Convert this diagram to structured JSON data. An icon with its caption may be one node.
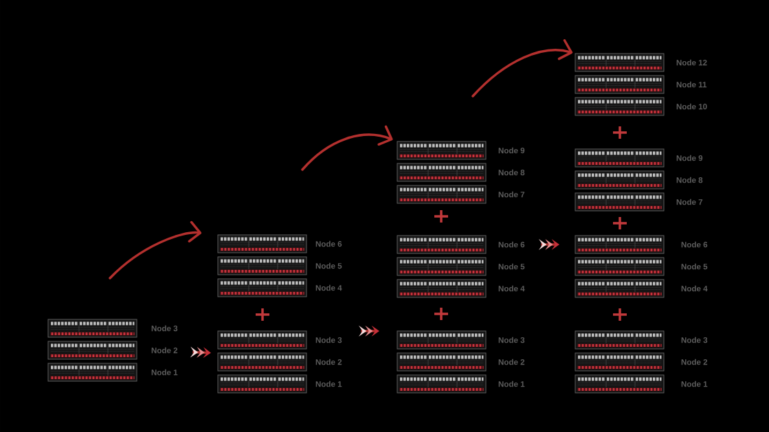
{
  "diagram": {
    "nodes": [
      {
        "text": [],
        "shape": "picture",
        "beside": [
          "Node 3"
        ]
      },
      {
        "text": [],
        "shape": "picture",
        "beside": [
          "Node 2"
        ]
      },
      {
        "text": [],
        "shape": "picture",
        "beside": [
          "Node 1"
        ]
      },
      {
        "text": [],
        "shape": "picture",
        "beside": [
          "Node 6"
        ]
      },
      {
        "text": [],
        "shape": "picture",
        "beside": [
          "Node 5"
        ]
      },
      {
        "text": [],
        "shape": "picture",
        "beside": [
          "Node 4"
        ]
      },
      {
        "text": [],
        "shape": "picture",
        "beside": [
          "Node 3"
        ]
      },
      {
        "text": [],
        "shape": "picture",
        "beside": [
          "Node 2"
        ]
      },
      {
        "text": [],
        "shape": "picture",
        "beside": [
          "Node 1"
        ]
      },
      {
        "text": [],
        "shape": "picture",
        "beside": [
          "Node 9"
        ]
      },
      {
        "text": [],
        "shape": "picture",
        "beside": [
          "Node 8"
        ]
      },
      {
        "text": [],
        "shape": "picture",
        "beside": [
          "Node 7"
        ]
      },
      {
        "text": [],
        "shape": "picture",
        "beside": [
          "Node 6"
        ]
      },
      {
        "text": [],
        "shape": "picture",
        "beside": [
          "Node 5"
        ]
      },
      {
        "text": [],
        "shape": "picture",
        "beside": [
          "Node 4"
        ]
      },
      {
        "text": [],
        "shape": "picture",
        "beside": [
          "Node 3"
        ]
      },
      {
        "text": [],
        "shape": "picture",
        "beside": [
          "Node 2"
        ]
      },
      {
        "text": [],
        "shape": "picture",
        "beside": [
          "Node 1"
        ]
      },
      {
        "text": [],
        "shape": "picture",
        "beside": [
          "Node 12"
        ]
      },
      {
        "text": [],
        "shape": "picture",
        "beside": [
          "Node 11"
        ]
      },
      {
        "text": [],
        "shape": "picture",
        "beside": [
          "Node 10"
        ]
      },
      {
        "text": [],
        "shape": "picture",
        "beside": [
          "Node 9"
        ]
      },
      {
        "text": [],
        "shape": "picture",
        "beside": [
          "Node 8"
        ]
      },
      {
        "text": [],
        "shape": "picture",
        "beside": [
          "Node 7"
        ]
      },
      {
        "text": [],
        "shape": "picture",
        "beside": [
          "Node 6"
        ]
      },
      {
        "text": [],
        "shape": "picture",
        "beside": [
          "Node 5"
        ]
      },
      {
        "text": [],
        "shape": "picture",
        "beside": [
          "Node 4"
        ]
      },
      {
        "text": [],
        "shape": "picture",
        "beside": [
          "Node 3"
        ]
      },
      {
        "text": [],
        "shape": "picture",
        "beside": [
          "Node 2"
        ]
      },
      {
        "text": [],
        "shape": "picture",
        "beside": [
          "Node 1"
        ]
      }
    ],
    "edges": [
      {
        "from": null,
        "to": 3,
        "arrow": "to"
      },
      {
        "from": null,
        "to": 9,
        "arrow": "to"
      },
      {
        "from": null,
        "to": 18,
        "arrow": "to"
      },
      {
        "from": 1,
        "to": 7,
        "arrow": "to"
      },
      {
        "from": 6,
        "to": 15,
        "arrow": "to"
      },
      {
        "from": 12,
        "to": 24,
        "arrow": "to"
      }
    ]
  }
}
